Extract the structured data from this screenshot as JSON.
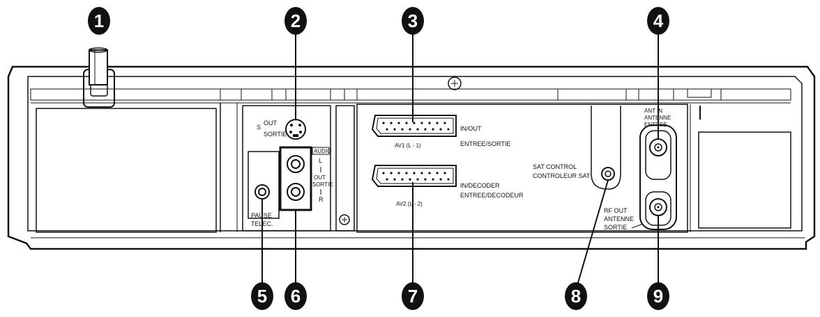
{
  "callouts": [
    "1",
    "2",
    "3",
    "4",
    "5",
    "6",
    "7",
    "8",
    "9"
  ],
  "labels": {
    "s_out_1": "S",
    "s_out_2": "OUT",
    "s_out_3": "SORTIE",
    "audio": "AUDIO",
    "audio_l": "L",
    "audio_out": "OUT",
    "audio_sortie": "SORTIE",
    "audio_r": "R",
    "pause_1": "PAUSE",
    "pause_2": "TELEC.",
    "av1_io_1": "IN/OUT",
    "av1_io_2": "ENTREE/SORTIE",
    "av1_name": "AV1 (L - 1)",
    "av2_io_1": "IN/DECODER",
    "av2_io_2": "ENTREE/DECODEUR",
    "av2_name": "AV2 (L - 2)",
    "sat_1": "SAT CONTROL",
    "sat_2": "CONTROLEUR SAT",
    "antin_1": "ANT IN",
    "antin_2": "ANTENNE",
    "antin_3": "ENTREE",
    "rfout_1": "RF OUT",
    "rfout_2": "ANTENNE",
    "rfout_3": "SORTIE"
  },
  "icons": [
    "power-cord-icon",
    "plus-screw-icon"
  ]
}
